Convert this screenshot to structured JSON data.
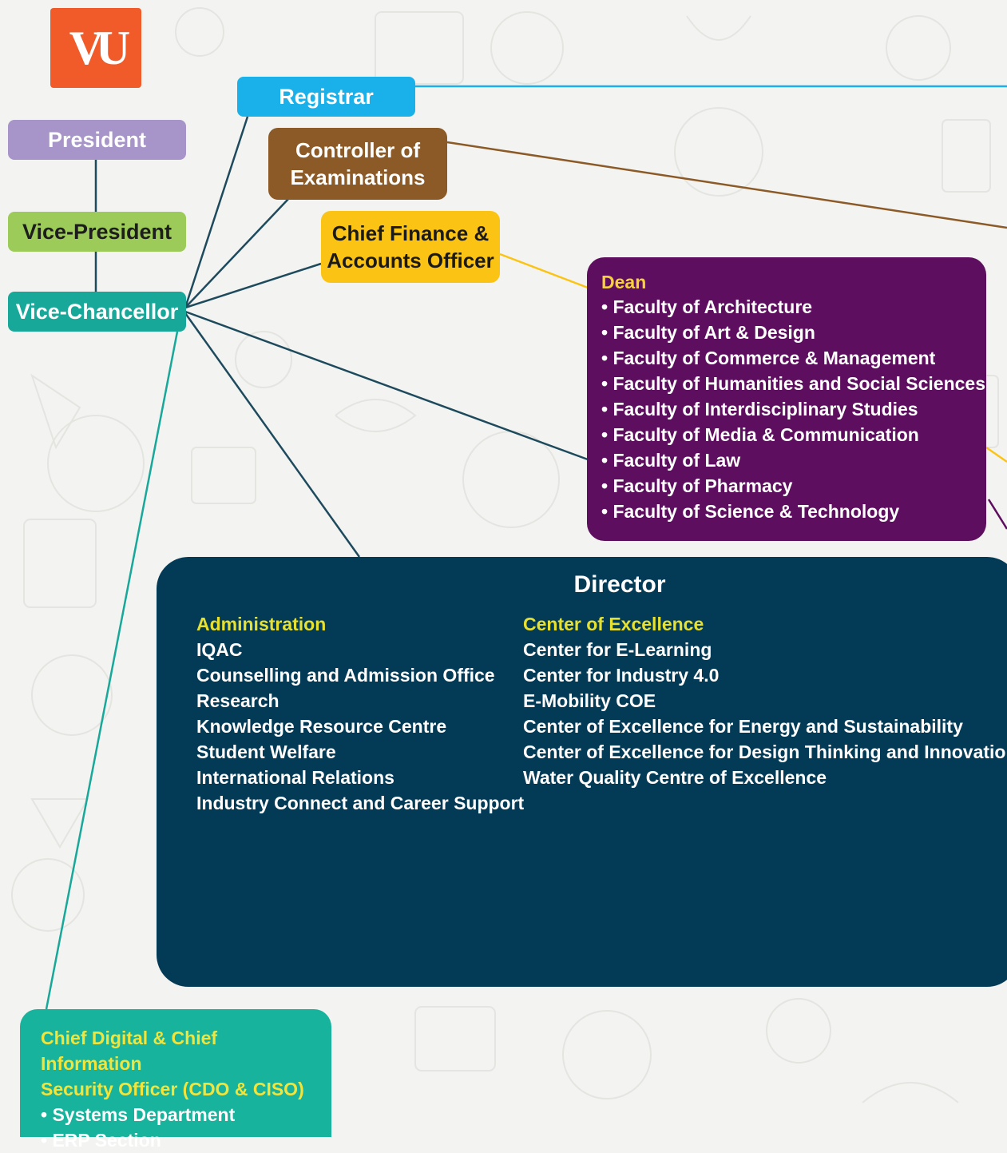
{
  "logo": {
    "text": "VU",
    "color": "#f15a29"
  },
  "colors": {
    "president": "#a794c8",
    "vice_president": "#9ccb59",
    "vice_chancellor": "#17a89a",
    "registrar": "#1ab1ea",
    "controller": "#8b5a26",
    "finance": "#fbc414",
    "dean": "#5e0e5e",
    "director": "#033a56",
    "cdo": "#17b39c"
  },
  "nodes": {
    "president": "President",
    "vice_president": "Vice-President",
    "vice_chancellor": "Vice-Chancellor",
    "registrar": "Registrar",
    "controller_line1": "Controller of",
    "controller_line2": "Examinations",
    "finance_line1": "Chief Finance &",
    "finance_line2": "Accounts Officer"
  },
  "dean": {
    "title": "Dean",
    "faculties": [
      "Faculty of Architecture",
      "Faculty of Art & Design",
      "Faculty of Commerce & Management",
      "Faculty of Humanities and Social Sciences",
      "Faculty of Interdisciplinary Studies",
      "Faculty of Media & Communication",
      "Faculty of Law",
      "Faculty of Pharmacy",
      "Faculty of Science & Technology"
    ]
  },
  "director": {
    "title": "Director",
    "administration": {
      "heading": "Administration",
      "items": [
        "IQAC",
        "Counselling and Admission Office",
        "Research",
        "Knowledge Resource Centre",
        "Student Welfare",
        "International Relations",
        "Industry Connect and Career Support"
      ]
    },
    "excellence": {
      "heading": "Center of Excellence",
      "items": [
        "Center for E-Learning",
        "Center for Industry 4.0",
        "E-Mobility COE",
        "Center of Excellence for Energy and Sustainability",
        "Center of Excellence for Design Thinking and Innovation",
        "Water Quality Centre of Excellence"
      ]
    }
  },
  "cdo": {
    "title_line1": "Chief Digital & Chief Information",
    "title_line2": "Security Officer (CDO & CISO)",
    "items": [
      "Systems Department",
      "ERP Section"
    ]
  }
}
